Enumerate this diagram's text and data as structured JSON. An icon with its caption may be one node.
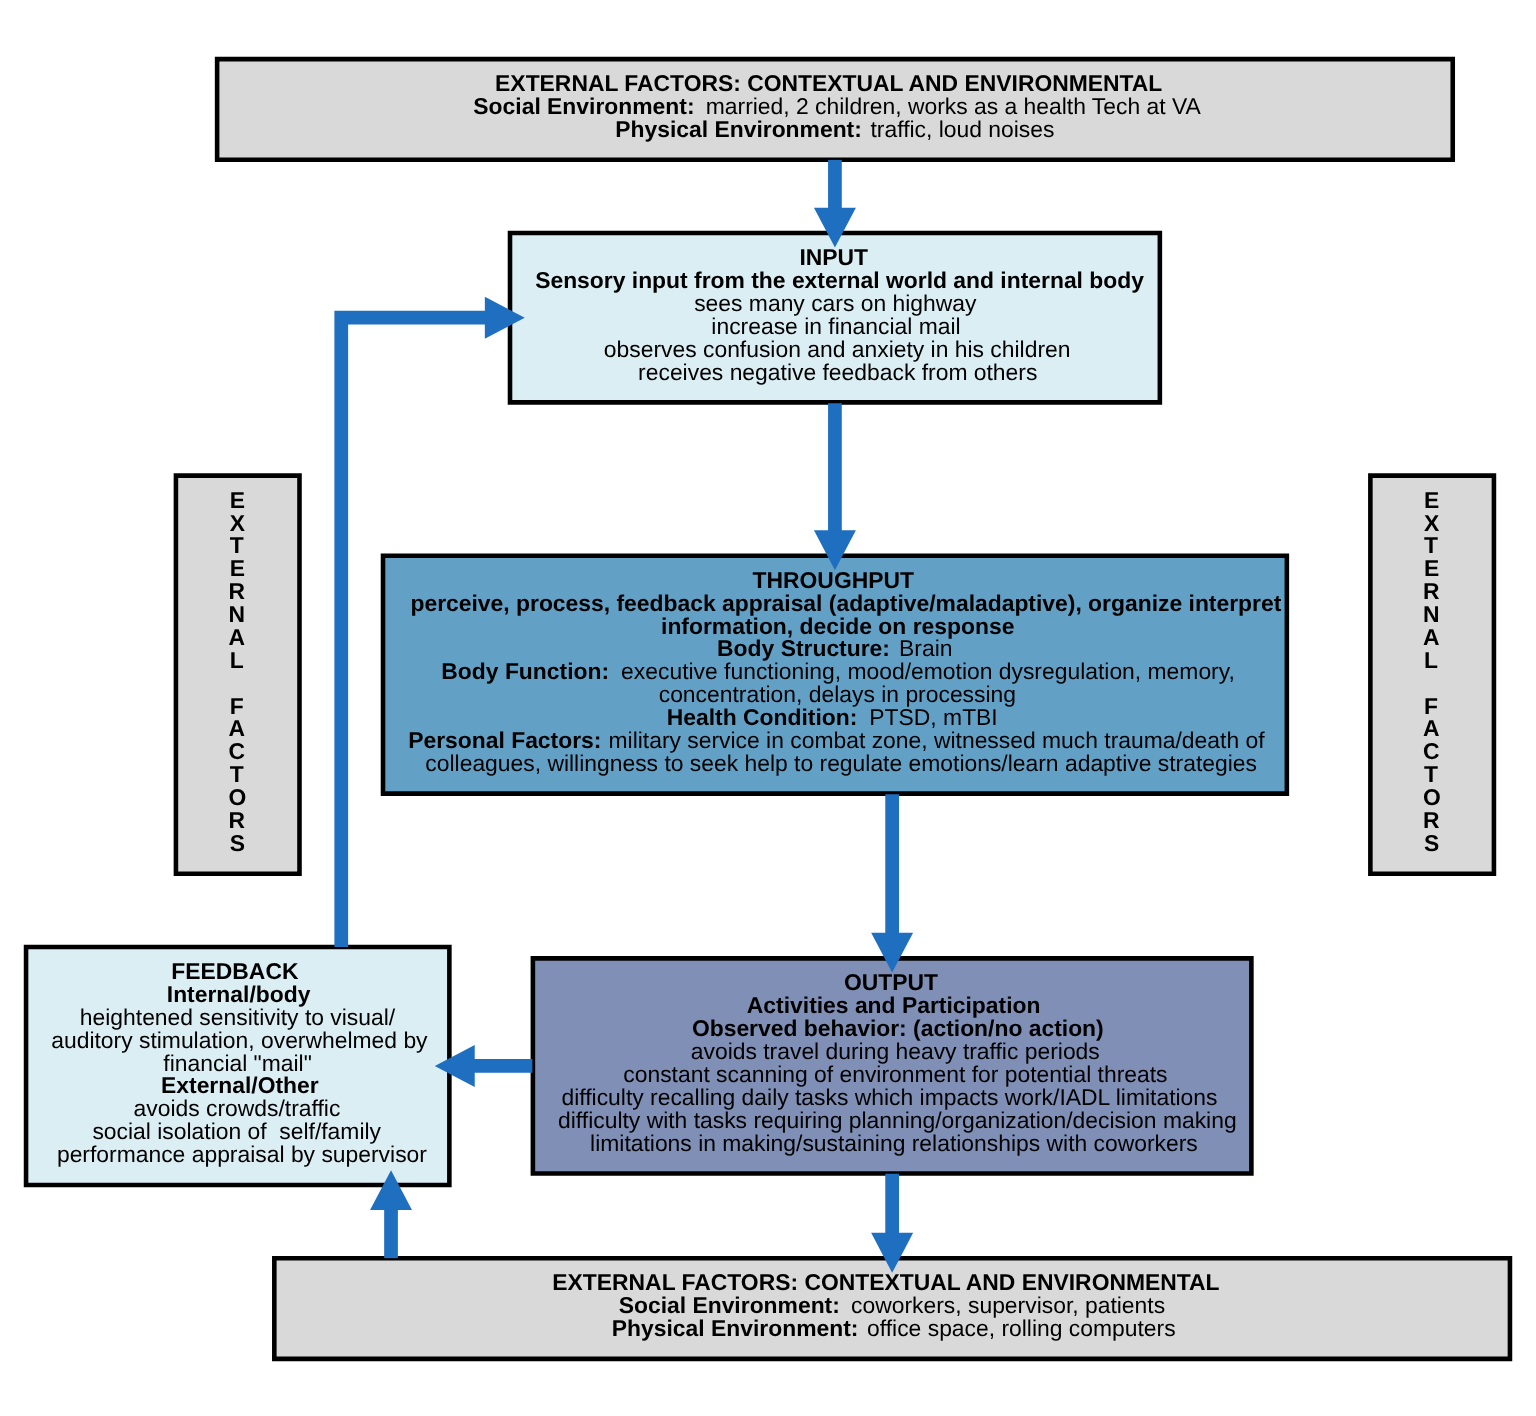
{
  "diagram": {
    "nodes": [
      {
        "text": [
          "EXTERNAL FACTORS: CONTEXTUAL AND ENVIRONMENTAL",
          "**Social Environment:** married, 2 children, works as a health Tech at VA",
          "**Physical Environment:** traffic, loud noises"
        ]
      },
      {
        "text": [
          "EXTERNAL FACTORS"
        ]
      },
      {
        "text": [
          "EXTERNAL FACTORS"
        ]
      },
      {
        "text": [
          "INPUT",
          "Sensory input from the external world and internal body",
          "sees many cars on highway",
          "increase in financial mail",
          "observes confusion and anxiety in his children",
          "receives negative feedback from others"
        ]
      },
      {
        "text": [
          "THROUGHPUT",
          "perceive, process, feedback appraisal (adaptive/maladaptive), organize interpret information, decide on response",
          "**Body Structure:** Brain",
          "**Body Function:** executive functioning, mood/emotion dysregulation, memory, concentration, delays in processing",
          "**Health Condition:** PTSD, mTBI",
          "**Personal Factors:** military service in combat zone, witnessed much trauma/death of colleagues, willingness to seek help to regulate emotions/learn adaptive strategies"
        ]
      },
      {
        "text": [
          "FEEDBACK",
          "Internal/body",
          "heightened sensitivity to visual/ auditory stimulation, overwhelmed by financial \"mail\"",
          "External/Other",
          "avoids crowds/traffic",
          "social isolation of  self/family",
          "performance appraisal by supervisor"
        ]
      },
      {
        "text": [
          "OUTPUT",
          "Activities and Participation",
          "Observed behavior: (action/no action)",
          "avoids travel during heavy traffic periods",
          "constant scanning of environment for potential threats",
          "difficulty recalling daily tasks which impacts work/IADL limitations",
          "difficulty with tasks requiring planning/organization/decision making",
          "limitations in making/sustaining relationships with coworkers"
        ]
      },
      {
        "text": [
          "EXTERNAL FACTORS: CONTEXTUAL AND ENVIRONMENTAL",
          "**Social Environment:** coworkers, supervisor, patients",
          "**Physical Environment:** office space, rolling computers"
        ]
      }
    ],
    "edges": [
      {
        "from": 0,
        "to": 3,
        "arrow": "to"
      },
      {
        "from": 3,
        "to": 4,
        "arrow": "to"
      },
      {
        "from": 4,
        "to": 6,
        "arrow": "to"
      },
      {
        "from": 6,
        "to": 5,
        "arrow": "to"
      },
      {
        "from": 5,
        "to": 3,
        "arrow": "to"
      },
      {
        "from": 7,
        "to": 5,
        "arrow": "to"
      },
      {
        "from": 6,
        "to": 7,
        "arrow": "to"
      }
    ]
  }
}
